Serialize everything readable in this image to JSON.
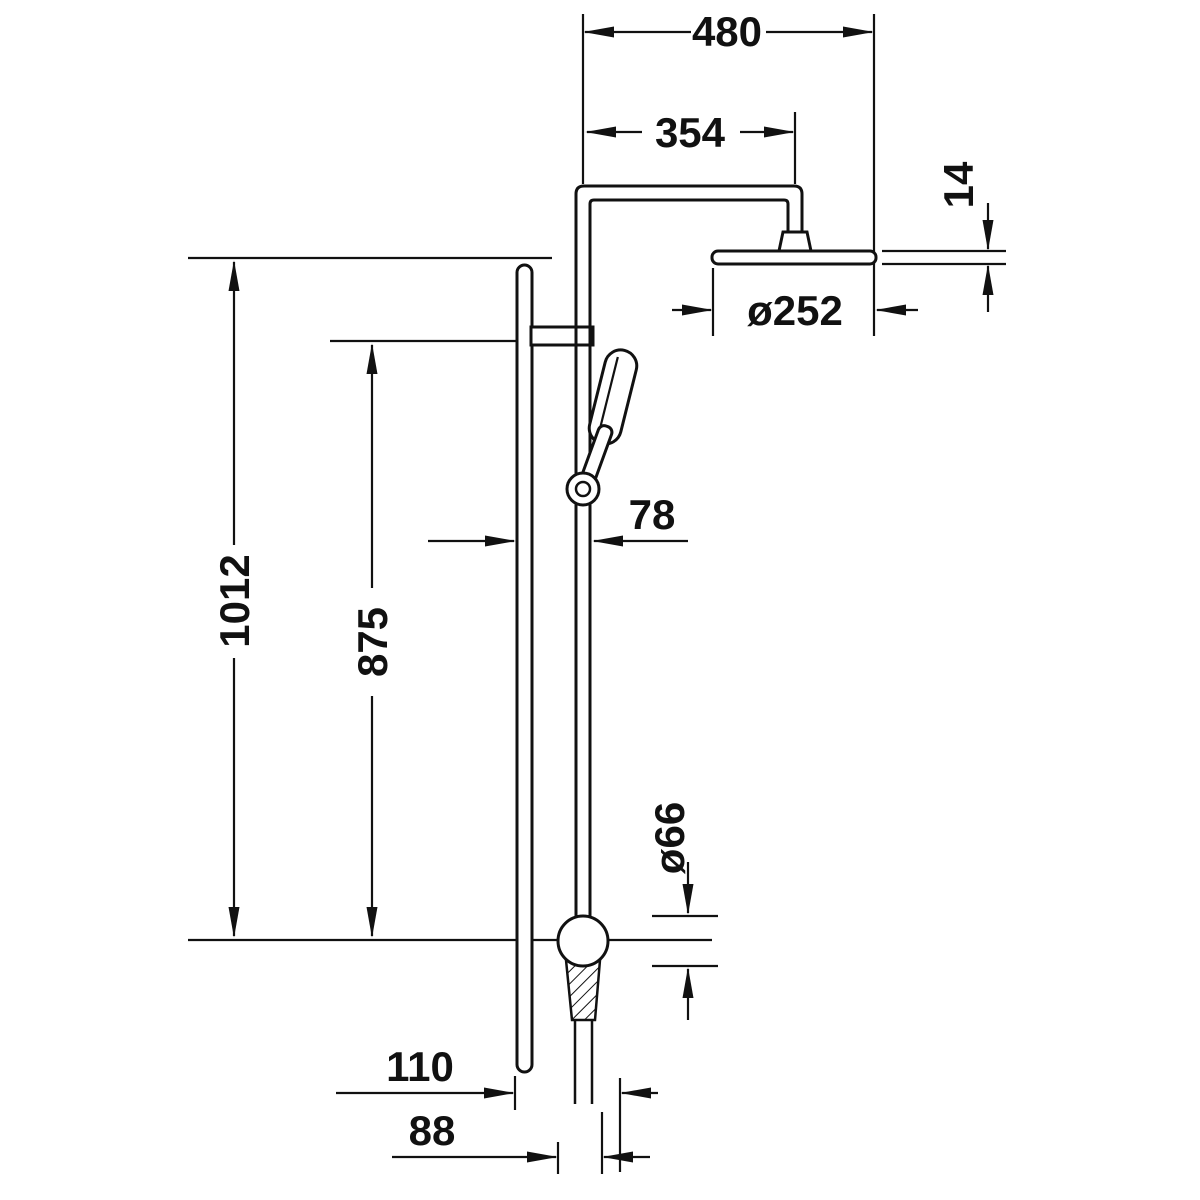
{
  "diagram": {
    "kind": "shower-system-dimension-drawing",
    "colors": {
      "line": "#111111",
      "background": "#ffffff"
    },
    "dims": {
      "d480": "480",
      "d354": "354",
      "d14": "14",
      "d252": "ø252",
      "d1012": "1012",
      "d875": "875",
      "d78": "78",
      "d66": "ø66",
      "d110": "110",
      "d88": "88"
    }
  }
}
